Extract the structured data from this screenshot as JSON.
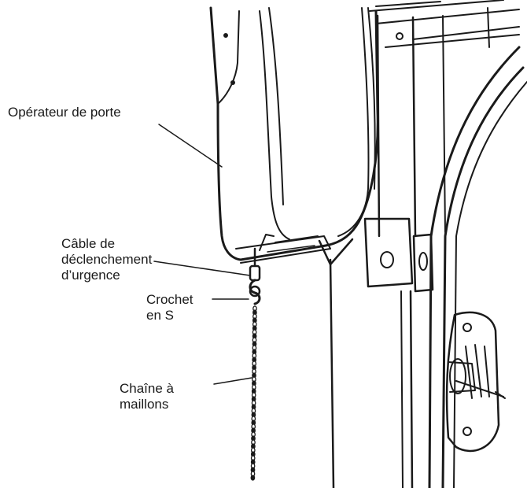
{
  "labels": {
    "door_operator": "Opérateur de porte",
    "release_cable": {
      "line1": "Câble de",
      "line2": "déclenchement",
      "line3": "d’urgence"
    },
    "s_hook": {
      "line1": "Crochet",
      "line2": "en S"
    },
    "link_chain": {
      "line1": "Chaîne à",
      "line2": "maillons"
    }
  },
  "colors": {
    "ink": "#1a1a1a",
    "background": "#ffffff"
  }
}
